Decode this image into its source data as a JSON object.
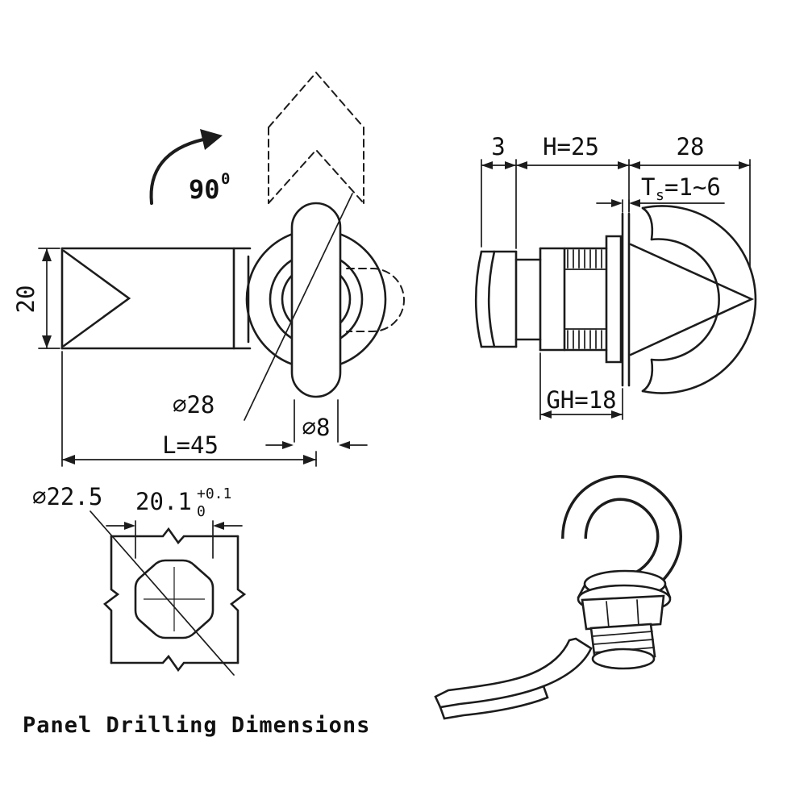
{
  "page": {
    "caption": "Panel Drilling Dimensions"
  },
  "colors": {
    "line": "#1c1c1c",
    "text": "#111111",
    "background": "#ffffff"
  },
  "side_view": {
    "rotation_value": "90",
    "rotation_exponent": "0",
    "body_diameter": "20",
    "cam_diameter": "⌀28",
    "handle_diameter": "⌀8",
    "length": "L=45"
  },
  "front_view": {
    "cam_thickness": "3",
    "body_height": "H=25",
    "hook_depth": "28",
    "panel_thickness_prefix": "T",
    "panel_thickness_subscript": "s",
    "panel_thickness_value": "=1~6",
    "grip_height": "GH=18"
  },
  "panel_cutout": {
    "hole_diameter": "⌀22.5",
    "flat_width": "20.1",
    "tolerance_upper": "+0.1",
    "tolerance_lower": "0"
  }
}
